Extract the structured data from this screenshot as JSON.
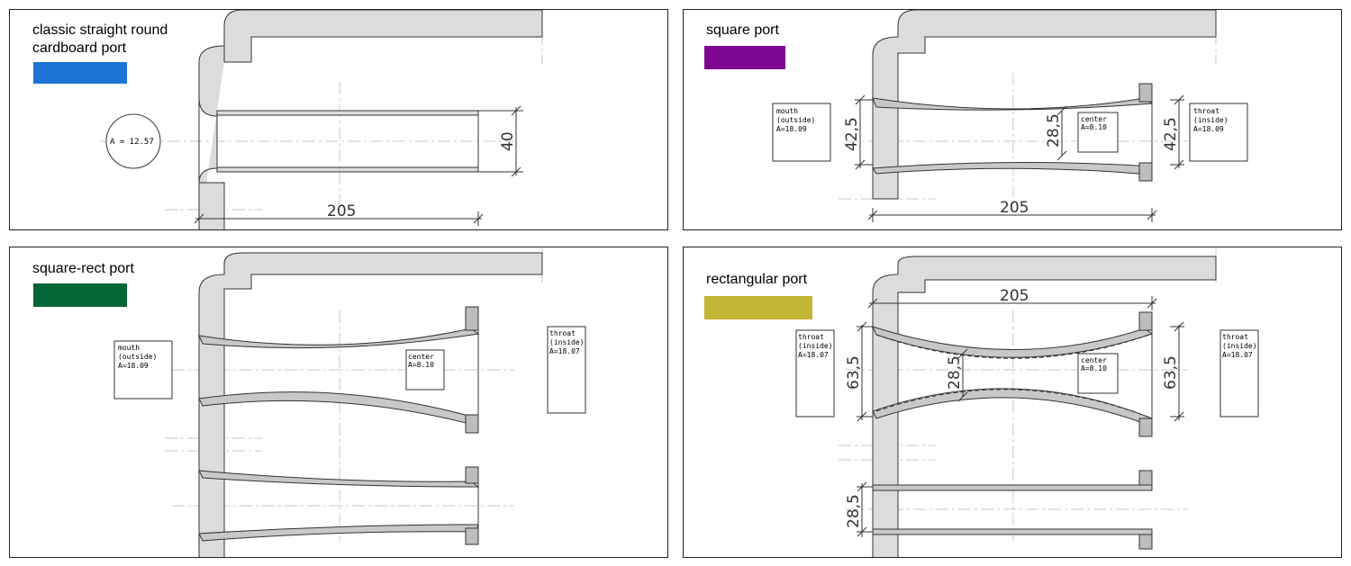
{
  "panels": [
    {
      "title_line1": "classic straight round",
      "title_line2": "cardboard port",
      "color": "#1c74d4",
      "circle_label": "A = 12.57",
      "dim_length": "205",
      "dim_diameter": "40"
    },
    {
      "title": "square port",
      "color": "#7d0790",
      "mouth": {
        "l1": "mouth",
        "l2": "(outside)",
        "l3": "A=18.09"
      },
      "center": {
        "l1": "center",
        "l2": "A=8.10"
      },
      "throat": {
        "l1": "throat",
        "l2": "(inside)",
        "l3": "A=18.09"
      },
      "dim_length": "205",
      "dim_mouth": "42,5",
      "dim_center": "28,5",
      "dim_throat": "42,5"
    },
    {
      "title": "square-rect port",
      "color": "#046537",
      "mouth": {
        "l1": "mouth",
        "l2": "(outside)",
        "l3": "A=18.09"
      },
      "center": {
        "l1": "center",
        "l2": "A=8.10"
      },
      "throat": {
        "l1": "throat",
        "l2": "(inside)",
        "l3": "A=18.07"
      }
    },
    {
      "title": "rectangular port",
      "color": "#c2b636",
      "dim_length": "205",
      "throat_left": {
        "l1": "throat",
        "l2": "(inside)",
        "l3": "A=18.07"
      },
      "center": {
        "l1": "center",
        "l2": "A=8.10"
      },
      "throat_right": {
        "l1": "throat",
        "l2": "(inside)",
        "l3": "A=18.07"
      },
      "dim_left": "63,5",
      "dim_center": "28,5",
      "dim_right": "63,5",
      "dim_bottom": "28,5"
    }
  ]
}
